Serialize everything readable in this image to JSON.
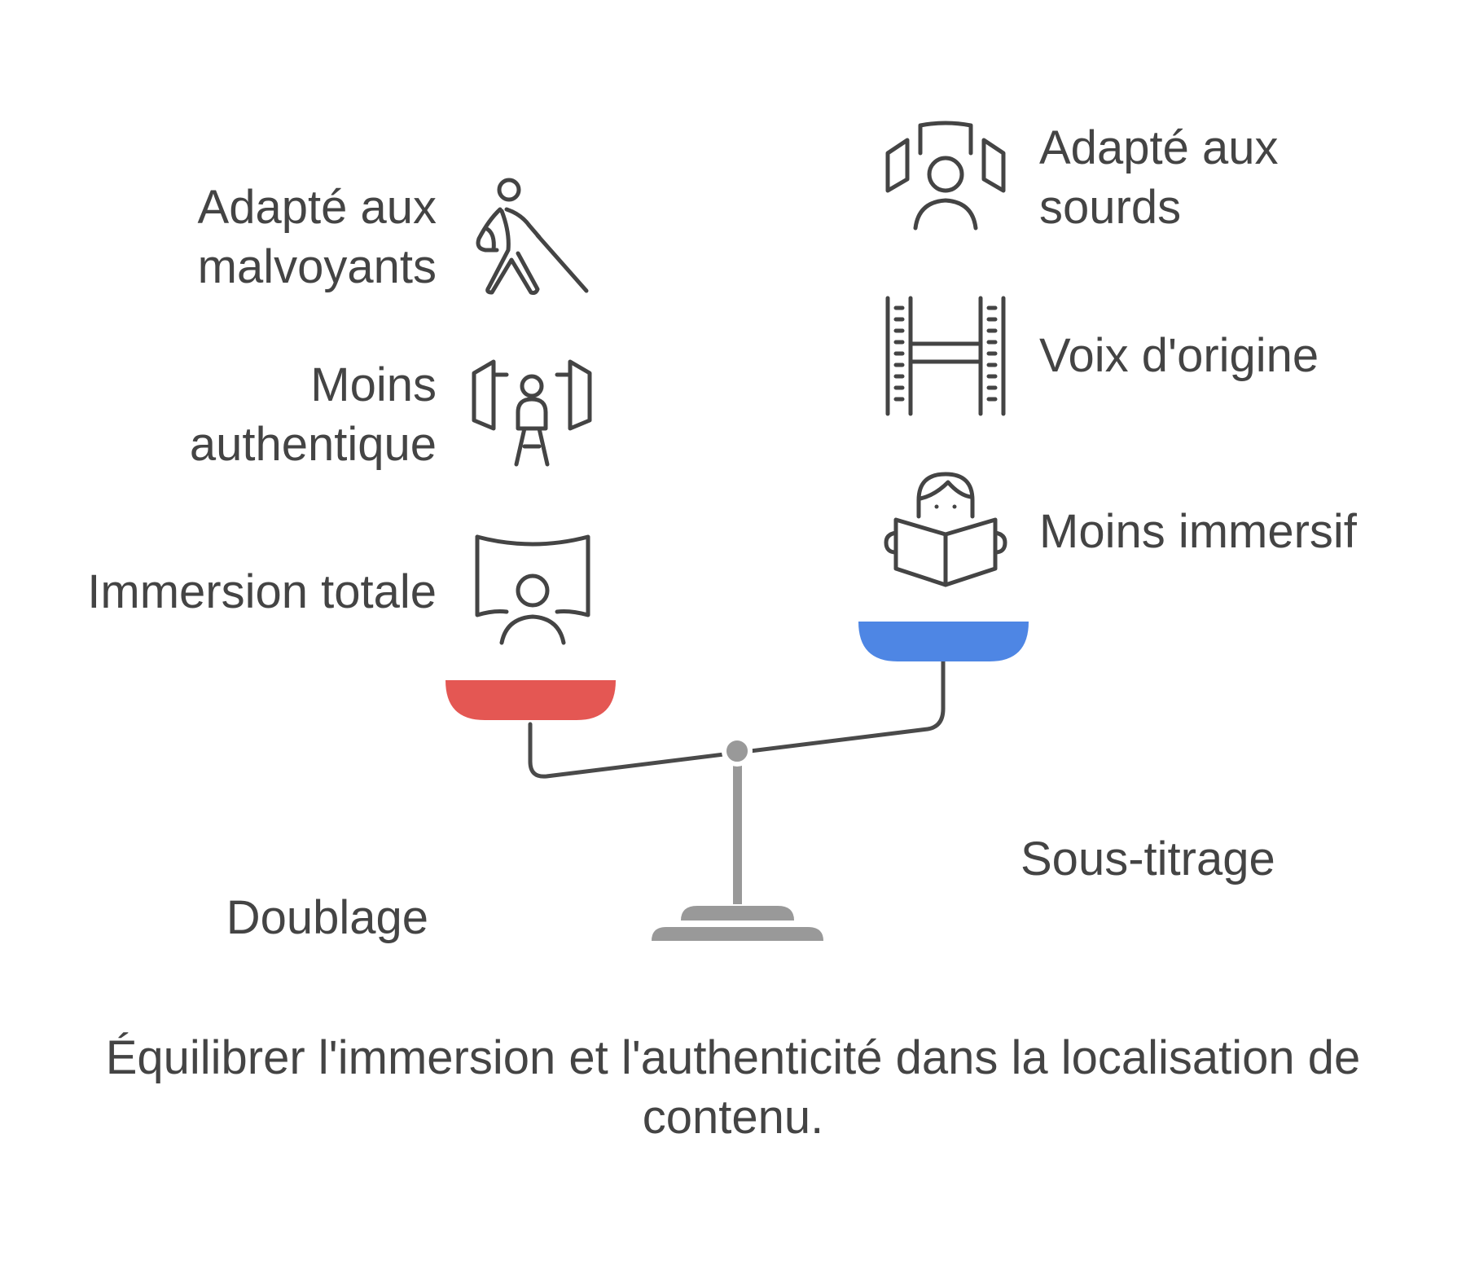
{
  "left": {
    "label": "Doublage",
    "color": "#E45753",
    "features": [
      {
        "icon": "blind-person-cane-icon",
        "lines": [
          "Adapté aux",
          "malvoyants"
        ]
      },
      {
        "icon": "person-between-panels-icon",
        "lines": [
          "Moins",
          "authentique"
        ]
      },
      {
        "icon": "immersive-screen-person-icon",
        "lines": [
          "Immersion totale"
        ]
      }
    ]
  },
  "right": {
    "label": "Sous-titrage",
    "color": "#4E86E4",
    "features": [
      {
        "icon": "person-surround-panels-icon",
        "lines": [
          "Adapté aux",
          "sourds"
        ]
      },
      {
        "icon": "film-strip-icon",
        "lines": [
          "Voix d'origine"
        ]
      },
      {
        "icon": "person-reading-book-icon",
        "lines": [
          "Moins immersif"
        ]
      }
    ]
  },
  "scale": {
    "beam_color": "#4A4A4A",
    "stand_color": "#999999"
  },
  "caption": "Équilibrer l'immersion et l'authenticité dans la localisation de contenu."
}
